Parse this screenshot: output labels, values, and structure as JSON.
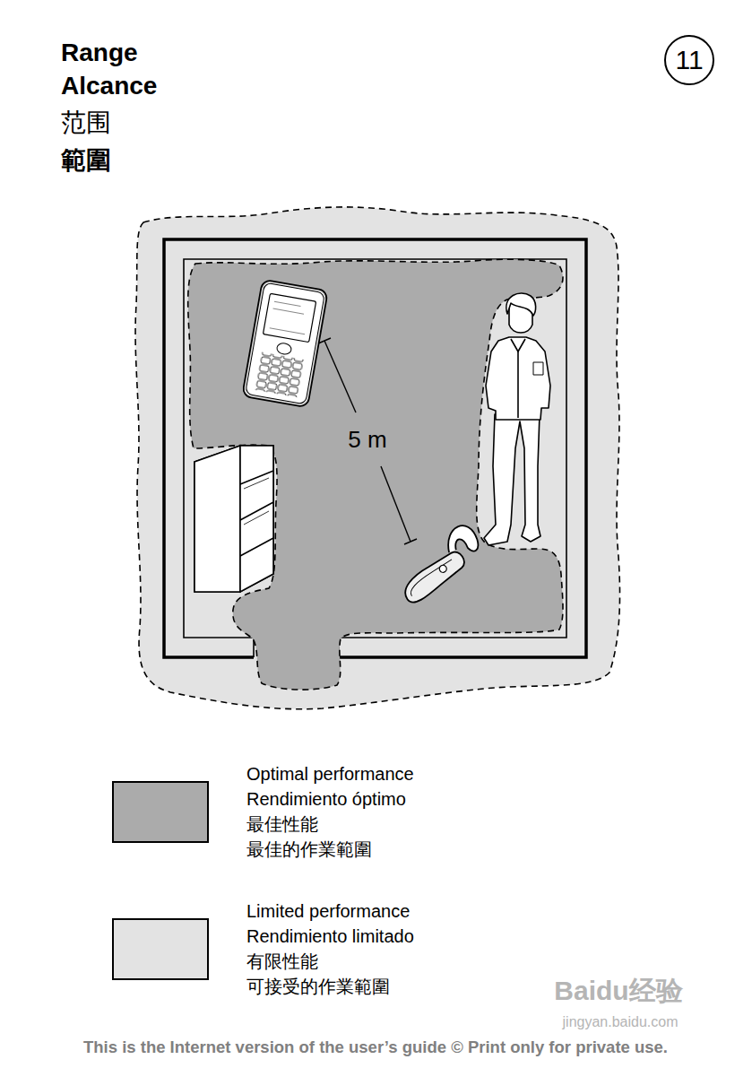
{
  "diagram": {
    "title": "Range",
    "labels": [
      "Alcance",
      "范围",
      "範圍",
      "11",
      "5 m",
      "This is the Internet version of the user’s guide © Print only for private use.",
      "Baidu经验",
      "jingyan.baidu.com"
    ],
    "legend": [
      {
        "text": "Optimal performance Rendimiento óptimo 最佳性能 最佳的作業範圍",
        "color": "#ababab"
      },
      {
        "text": "Limited performance Rendimiento limitado 有限性能 可接受的作業範圍",
        "color": "#e3e3e3"
      }
    ]
  }
}
